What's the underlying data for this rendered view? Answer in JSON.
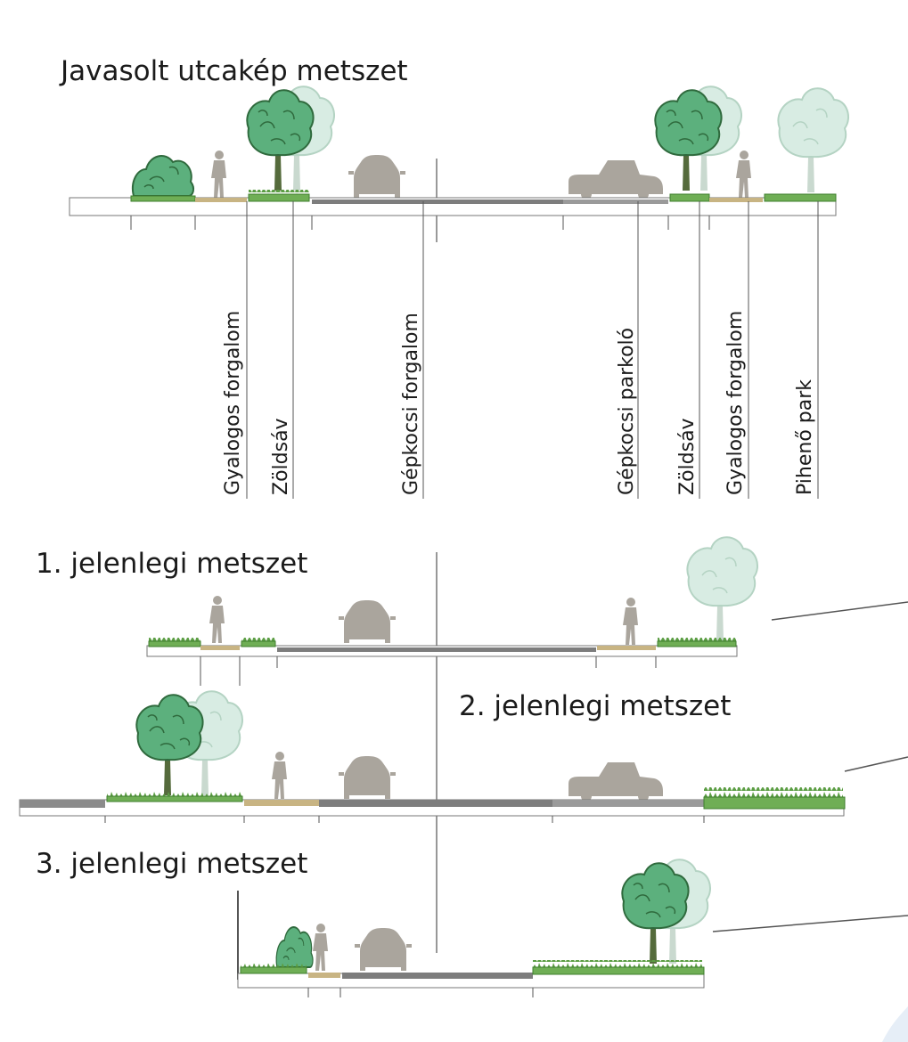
{
  "proposed": {
    "title": "Javasolt utcakép metszet",
    "labels": [
      "Gyalogos forgalom",
      "Zöldsáv",
      "Gépkocsi forgalom",
      "Gépkocsi parkoló",
      "Zöldsáv",
      "Gyalogos forgalom",
      "Pihenő park"
    ]
  },
  "current_1": {
    "title": "1. jelenlegi metszet"
  },
  "current_2": {
    "title": "2. jelenlegi metszet"
  },
  "current_3": {
    "title": "3. jelenlegi metszet"
  },
  "colors": {
    "grass": "#6fae55",
    "grass_dark": "#3f7f2e",
    "sidewalk": "#c8b483",
    "road": "#8b8b8b",
    "road_dark": "#6f6f6f",
    "tree_dark": "#4fa875",
    "tree_light": "#cfe8dd",
    "vehicle": "#aaa59d",
    "line": "#555555"
  }
}
